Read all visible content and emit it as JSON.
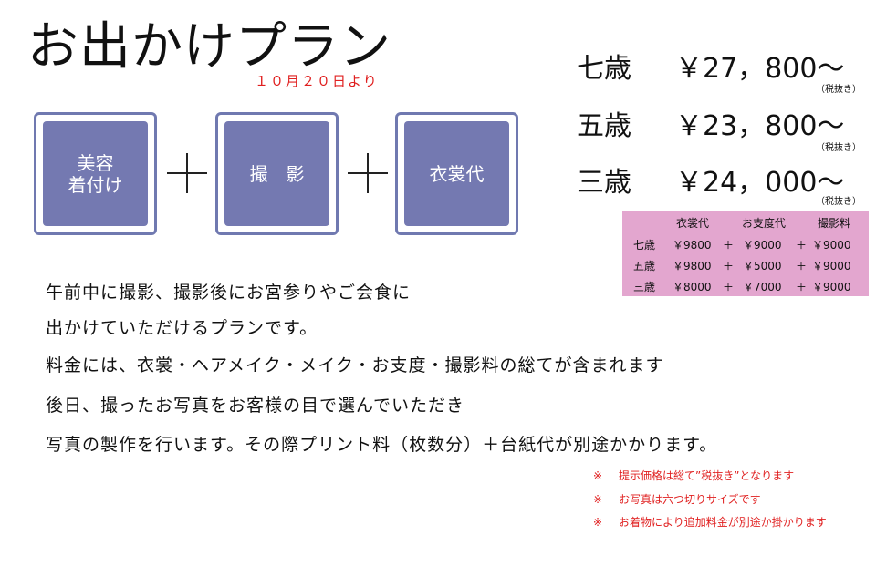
{
  "title": "お出かけプラン",
  "date": "１０月２０日より",
  "boxes": [
    {
      "line1": "美容",
      "line2": "着付け"
    },
    {
      "line1": "撮　影",
      "line2": ""
    },
    {
      "line1": "衣裳代",
      "line2": ""
    }
  ],
  "prices": [
    {
      "age": "七歳",
      "price": "￥27，800〜",
      "tax": "（税抜き）"
    },
    {
      "age": "五歳",
      "price": "￥23，800〜",
      "tax": "（税抜き）"
    },
    {
      "age": "三歳",
      "price": "￥24，000〜",
      "tax": "（税抜き）"
    }
  ],
  "breakdown": {
    "headers": [
      "衣裳代",
      "お支度代",
      "撮影料"
    ],
    "rows": [
      {
        "age": "七歳",
        "costume": "￥9800",
        "plus1": "＋",
        "prep": "￥9000",
        "plus2": "＋",
        "photo": "￥9000"
      },
      {
        "age": "五歳",
        "costume": "￥9800",
        "plus1": "＋",
        "prep": "￥5000",
        "plus2": "＋",
        "photo": "￥9000"
      },
      {
        "age": "三歳",
        "costume": "￥8000",
        "plus1": "＋",
        "prep": "￥7000",
        "plus2": "＋",
        "photo": "￥9000"
      }
    ]
  },
  "description": [
    "午前中に撮影、撮影後にお宮参りやご会食に",
    "出かけていただけるプランです。",
    "料金には、衣裳・ヘアメイク・メイク・お支度・撮影料の総てが含まれます",
    "後日、撮ったお写真をお客様の目で選んでいただき",
    "写真の製作を行います。その際プリント料（枚数分）＋台紙代が別途かかります。"
  ],
  "notes": [
    {
      "mark": "※",
      "text": "提示価格は総て”税抜き”となります"
    },
    {
      "mark": "※",
      "text": "お写真は六つ切りサイズです"
    },
    {
      "mark": "※",
      "text": "お着物により追加料金が別途か掛かります"
    }
  ]
}
